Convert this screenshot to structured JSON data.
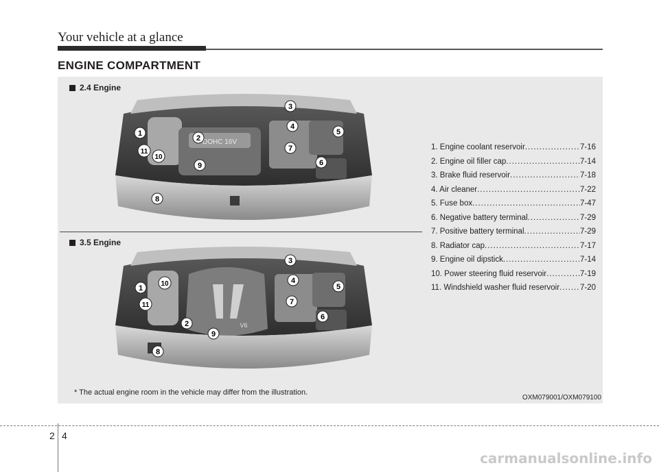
{
  "header": {
    "title": "Your vehicle at a glance"
  },
  "section": {
    "title": "ENGINE COMPARTMENT"
  },
  "engines": [
    {
      "label": "2.4 Engine",
      "plate": "DOHC 16V"
    },
    {
      "label": "3.5 Engine",
      "plate": "V6"
    }
  ],
  "legend": [
    {
      "text": "1. Engine coolant reservoir",
      "page": "7-16"
    },
    {
      "text": "2. Engine oil filler cap",
      "page": "7-14"
    },
    {
      "text": "3. Brake fluid reservoir",
      "page": "7-18"
    },
    {
      "text": "4. Air cleaner",
      "page": "7-22"
    },
    {
      "text": "5. Fuse box",
      "page": "7-47"
    },
    {
      "text": "6. Negative battery terminal",
      "page": "7-29"
    },
    {
      "text": "7. Positive battery terminal",
      "page": "7-29"
    },
    {
      "text": "8. Radiator cap",
      "page": "7-17"
    },
    {
      "text": "9. Engine oil dipstick",
      "page": "7-14"
    },
    {
      "text": "10. Power steering fluid reservoir",
      "page": "7-19"
    },
    {
      "text": "11. Windshield washer fluid reservoir",
      "page": "7-20"
    }
  ],
  "callouts": [
    "1",
    "2",
    "3",
    "4",
    "5",
    "6",
    "7",
    "8",
    "9",
    "10",
    "11"
  ],
  "note": "* The actual engine room in the vehicle may differ from the illustration.",
  "figure_code": "OXM079001/OXM079100",
  "page": {
    "chapter": "2",
    "number": "4"
  },
  "watermark": "carmanualsonline.info"
}
